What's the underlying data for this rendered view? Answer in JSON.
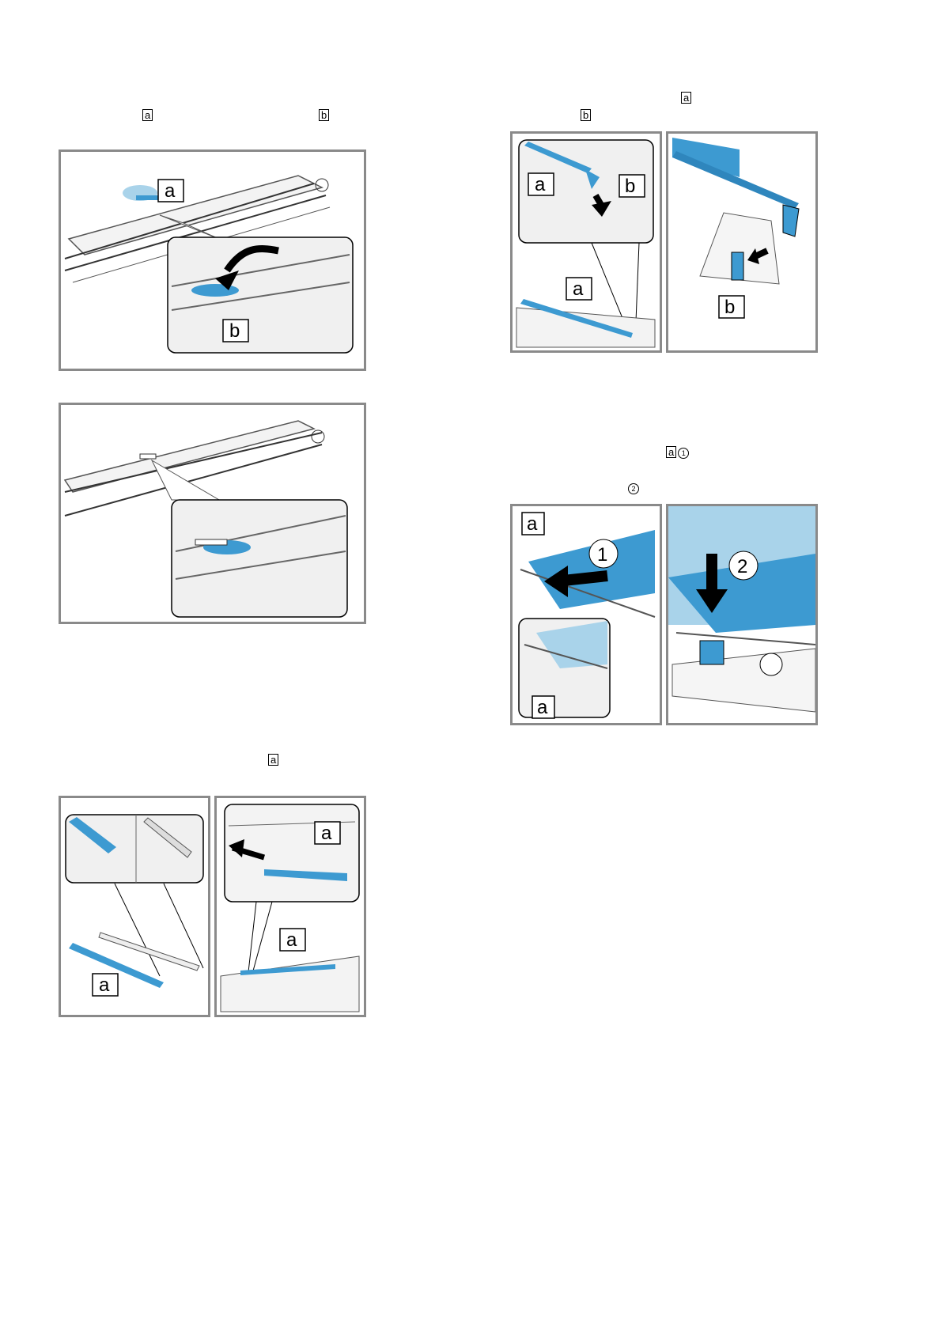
{
  "markers": {
    "m1_a": "a",
    "m1_b": "b",
    "m2_a": "a",
    "m3_a": "a",
    "m3_b": "b",
    "m4_a": "a",
    "m4_1": "1",
    "m4_2": "2"
  },
  "figures": {
    "f1": {
      "label_a": "a",
      "label_b": "b"
    },
    "f3": {
      "label_a": "a",
      "label_a2": "a"
    },
    "f4": {
      "label_a1": "a",
      "label_b1": "b",
      "label_a2": "a",
      "label_b2": "b"
    },
    "f5": {
      "label_a1": "a",
      "label_a2": "a",
      "step1": "1",
      "step2": "2"
    }
  },
  "colors": {
    "accent_blue": "#3d9ad1",
    "light_blue": "#a9d3ea",
    "frame_gray": "#8a8a8a"
  }
}
